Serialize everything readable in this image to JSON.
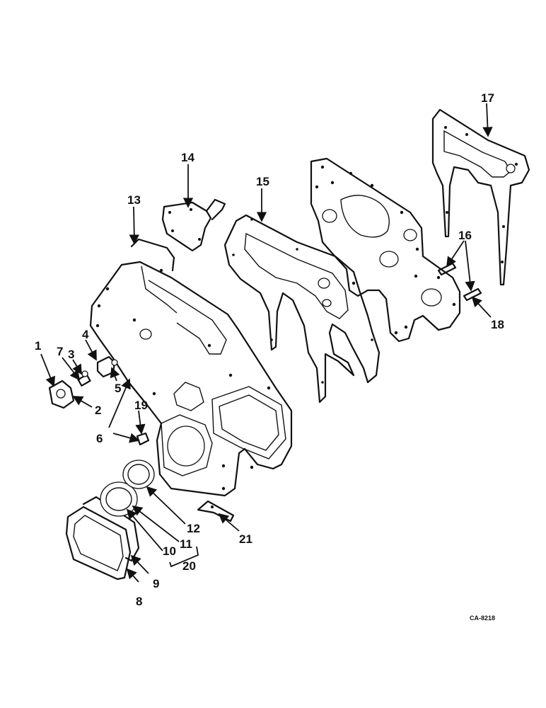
{
  "callouts": [
    "1",
    "2",
    "3",
    "4",
    "5",
    "6",
    "7",
    "8",
    "9",
    "10",
    "11",
    "12",
    "13",
    "14",
    "15",
    "16",
    "17",
    "18",
    "19",
    "20",
    "21"
  ],
  "drawing_code": "CA-8218"
}
